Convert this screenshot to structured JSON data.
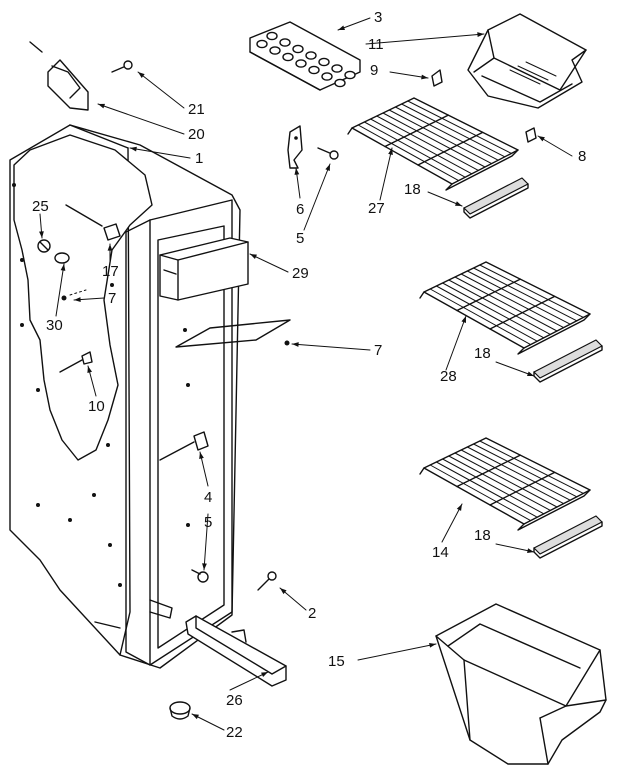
{
  "callouts": [
    {
      "key": "p3",
      "text": "3"
    },
    {
      "key": "p11",
      "text": "11"
    },
    {
      "key": "p9",
      "text": "9"
    },
    {
      "key": "p8",
      "text": "8"
    },
    {
      "key": "p27",
      "text": "27"
    },
    {
      "key": "p18a",
      "text": "18"
    },
    {
      "key": "p6",
      "text": "6"
    },
    {
      "key": "p5a",
      "text": "5"
    },
    {
      "key": "p21",
      "text": "21"
    },
    {
      "key": "p20",
      "text": "20"
    },
    {
      "key": "p1",
      "text": "1"
    },
    {
      "key": "p25",
      "text": "25"
    },
    {
      "key": "p17",
      "text": "17"
    },
    {
      "key": "p7a",
      "text": "7"
    },
    {
      "key": "p30",
      "text": "30"
    },
    {
      "key": "p29",
      "text": "29"
    },
    {
      "key": "p7b",
      "text": "7"
    },
    {
      "key": "p10",
      "text": "10"
    },
    {
      "key": "p28",
      "text": "28"
    },
    {
      "key": "p18b",
      "text": "18"
    },
    {
      "key": "p4",
      "text": "4"
    },
    {
      "key": "p5b",
      "text": "5"
    },
    {
      "key": "p14",
      "text": "14"
    },
    {
      "key": "p18c",
      "text": "18"
    },
    {
      "key": "p2",
      "text": "2"
    },
    {
      "key": "p15",
      "text": "15"
    },
    {
      "key": "p26",
      "text": "26"
    },
    {
      "key": "p22",
      "text": "22"
    }
  ]
}
